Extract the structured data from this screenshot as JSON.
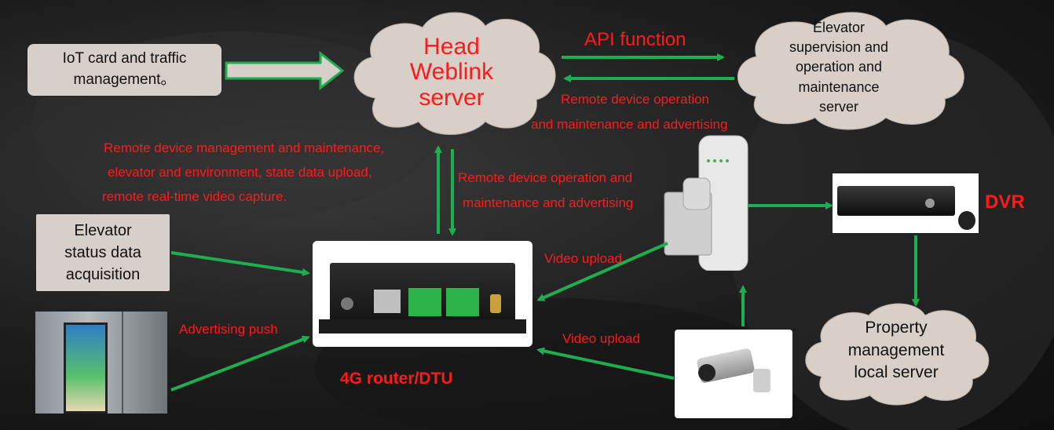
{
  "clouds": {
    "head": {
      "lines": [
        "Head",
        "Weblink",
        "server"
      ]
    },
    "elevator_server": {
      "lines": [
        "Elevator",
        "supervision and",
        "operation and",
        "maintenance",
        "server"
      ]
    },
    "property": {
      "lines": [
        "Property",
        "management",
        "local server"
      ]
    }
  },
  "boxes": {
    "iot": {
      "lines": [
        "IoT card and traffic",
        "management。"
      ]
    },
    "elevator_status": {
      "lines": [
        "Elevator",
        "status data",
        "acquisition"
      ]
    }
  },
  "labels": {
    "api_function": "API function",
    "remote_op_top_1": "Remote device operation",
    "remote_op_top_2": "and maintenance and advertising",
    "remote_mgmt_1": "Remote device management  and maintenance,",
    "remote_mgmt_2": "elevator and environment,  state data upload,",
    "remote_mgmt_3": "remote real-time video capture.",
    "remote_op_mid_1": "Remote device operation and",
    "remote_op_mid_2": "maintenance  and advertising",
    "video_upload_1": "Video upload",
    "video_upload_2": "Video upload",
    "advertising_push": "Advertising  push",
    "router": "4G router/DTU",
    "dvr": "DVR"
  },
  "colors": {
    "arrow": "#1fae4f",
    "label_red": "#ff1a1a",
    "cloud": "#d8cfc8"
  }
}
